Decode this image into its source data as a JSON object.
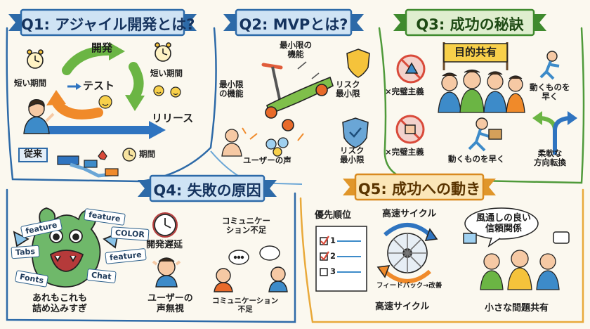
{
  "q1": {
    "title": "Q1: アジャイル開発とは?",
    "cycle_dev": "開発",
    "cycle_test": "テスト",
    "cycle_release": "リリース",
    "short_period_left": "短い期間",
    "short_period_right": "短い期間",
    "traditional_label": "従来",
    "period_label": "期間"
  },
  "q2": {
    "title": "Q2: MVPとは?",
    "min_features_top": "最小限の\n機能",
    "min_features_left": "最小限\nの機能",
    "risk_top": "リスク\n最小限",
    "risk_bottom": "リスク\n最小限",
    "user_voice": "ユーザーの声"
  },
  "q3": {
    "title": "Q3: 成功の秘訣",
    "shared_purpose": "目的共有",
    "perfectionism_top": "×完璧主義",
    "perfectionism_bottom": "×完璧主義",
    "move_fast_right": "動くものを\n早く",
    "move_fast_bottom": "動くものを早く",
    "flexible": "柔軟な\n方向転換"
  },
  "q4": {
    "title": "Q4: 失敗の原因",
    "overload": "あれもこれも\n詰め込みすぎ",
    "dev_delay": "開発遅延",
    "comm_short_top": "コミュニケー\nション不足",
    "ignore_users": "ユーザーの\n声無視",
    "comm_short_bottom": "コミュニケーション\n不足",
    "feature_tags": [
      "feature",
      "feature",
      "COLOR",
      "feature",
      "Fonts",
      "Tabs",
      "Chat"
    ]
  },
  "q5": {
    "title": "Q5: 成功への動き",
    "priority_title": "優先順位",
    "priority_items": [
      "1",
      "2",
      "3"
    ],
    "fast_cycle_top": "高速サイクル",
    "fast_cycle_bottom": "高速サイクル",
    "feedback": "フィードバック→改善",
    "good_relations": "風通しの良い\n信頼関係",
    "share_small": "小さな問題共有"
  },
  "colors": {
    "ribbon_blue": "#2d6aa8",
    "ribbon_light": "#cfe3f4",
    "green_ribbon": "#4f9a3a",
    "yellow_ribbon": "#e9a93a",
    "arrow_green": "#6bb544",
    "arrow_orange": "#f08a2a",
    "arrow_blue": "#2f74c0",
    "red": "#d94a3a"
  }
}
